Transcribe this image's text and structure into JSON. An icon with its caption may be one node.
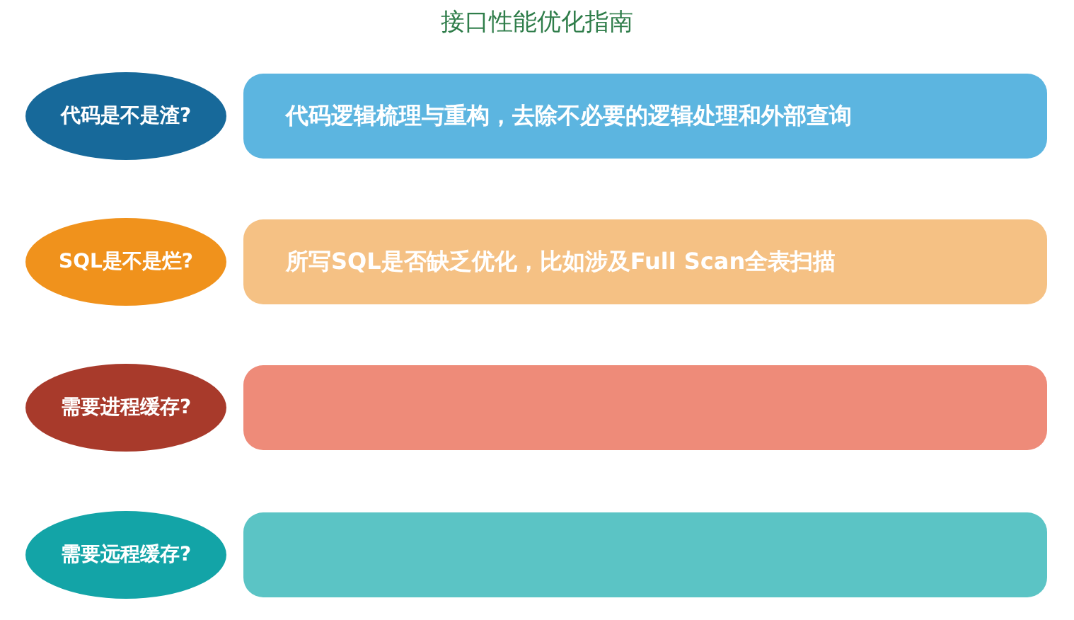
{
  "diagram": {
    "title": "接口性能优化指南",
    "nodes": [
      {
        "text": [
          "代码是不是渣?"
        ]
      },
      {
        "text": [
          "代码逻辑梳理与重构，去除不必要的逻辑处理和外部查询"
        ]
      },
      {
        "text": [
          "SQL是不是烂?"
        ]
      },
      {
        "text": [
          "所写SQL是否缺乏优化，比如涉及Full Scan全表扫描"
        ]
      },
      {
        "text": [
          "需要进程缓存?"
        ]
      },
      {
        "text": [],
        "shape": "box"
      },
      {
        "text": [
          "需要远程缓存?"
        ]
      },
      {
        "text": [],
        "shape": "box"
      }
    ]
  }
}
